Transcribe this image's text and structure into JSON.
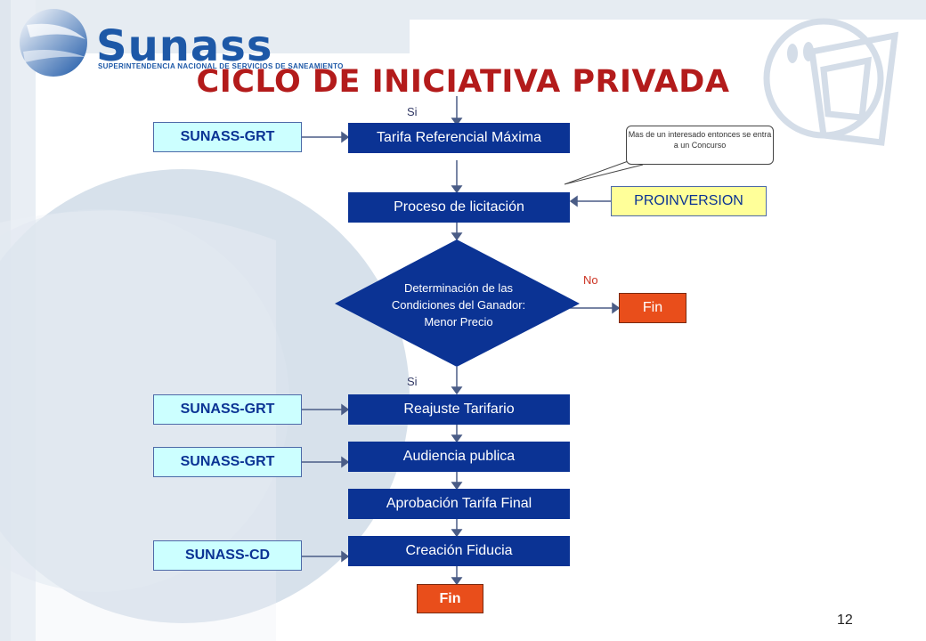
{
  "logo": {
    "brand": "Sunass",
    "tagline": "SUPERINTENDENCIA NACIONAL DE SERVICIOS DE SANEAMIENTO"
  },
  "title": "CICLO DE INICIATIVA PRIVADA",
  "flow": {
    "si_top": "Si",
    "tarifa": "Tarifa Referencial Máxima",
    "proceso": "Proceso de licitación",
    "determinacion": "Determinación de las Condiciones del Ganador: Menor Precio",
    "no_label": "No",
    "fin_no": "Fin",
    "si_bottom": "Si",
    "reajuste": "Reajuste Tarifario",
    "audiencia": "Audiencia publica",
    "aprobacion": "Aprobación Tarifa Final",
    "creacion": "Creación Fiducia",
    "fin_end": "Fin"
  },
  "actors": {
    "grt_1": "SUNASS-GRT",
    "grt_2": "SUNASS-GRT",
    "grt_3": "SUNASS-GRT",
    "cd": "SUNASS-CD",
    "proinversion": "PROINVERSION"
  },
  "callout": "Mas de un interesado entonces se entra a un Concurso",
  "page_number": "12",
  "colors": {
    "navy": "#0b3394",
    "title_red": "#b31b1b",
    "fin_red": "#e94e1b",
    "actor_fill": "#ccffff",
    "proinversion_fill": "#ffff99"
  }
}
